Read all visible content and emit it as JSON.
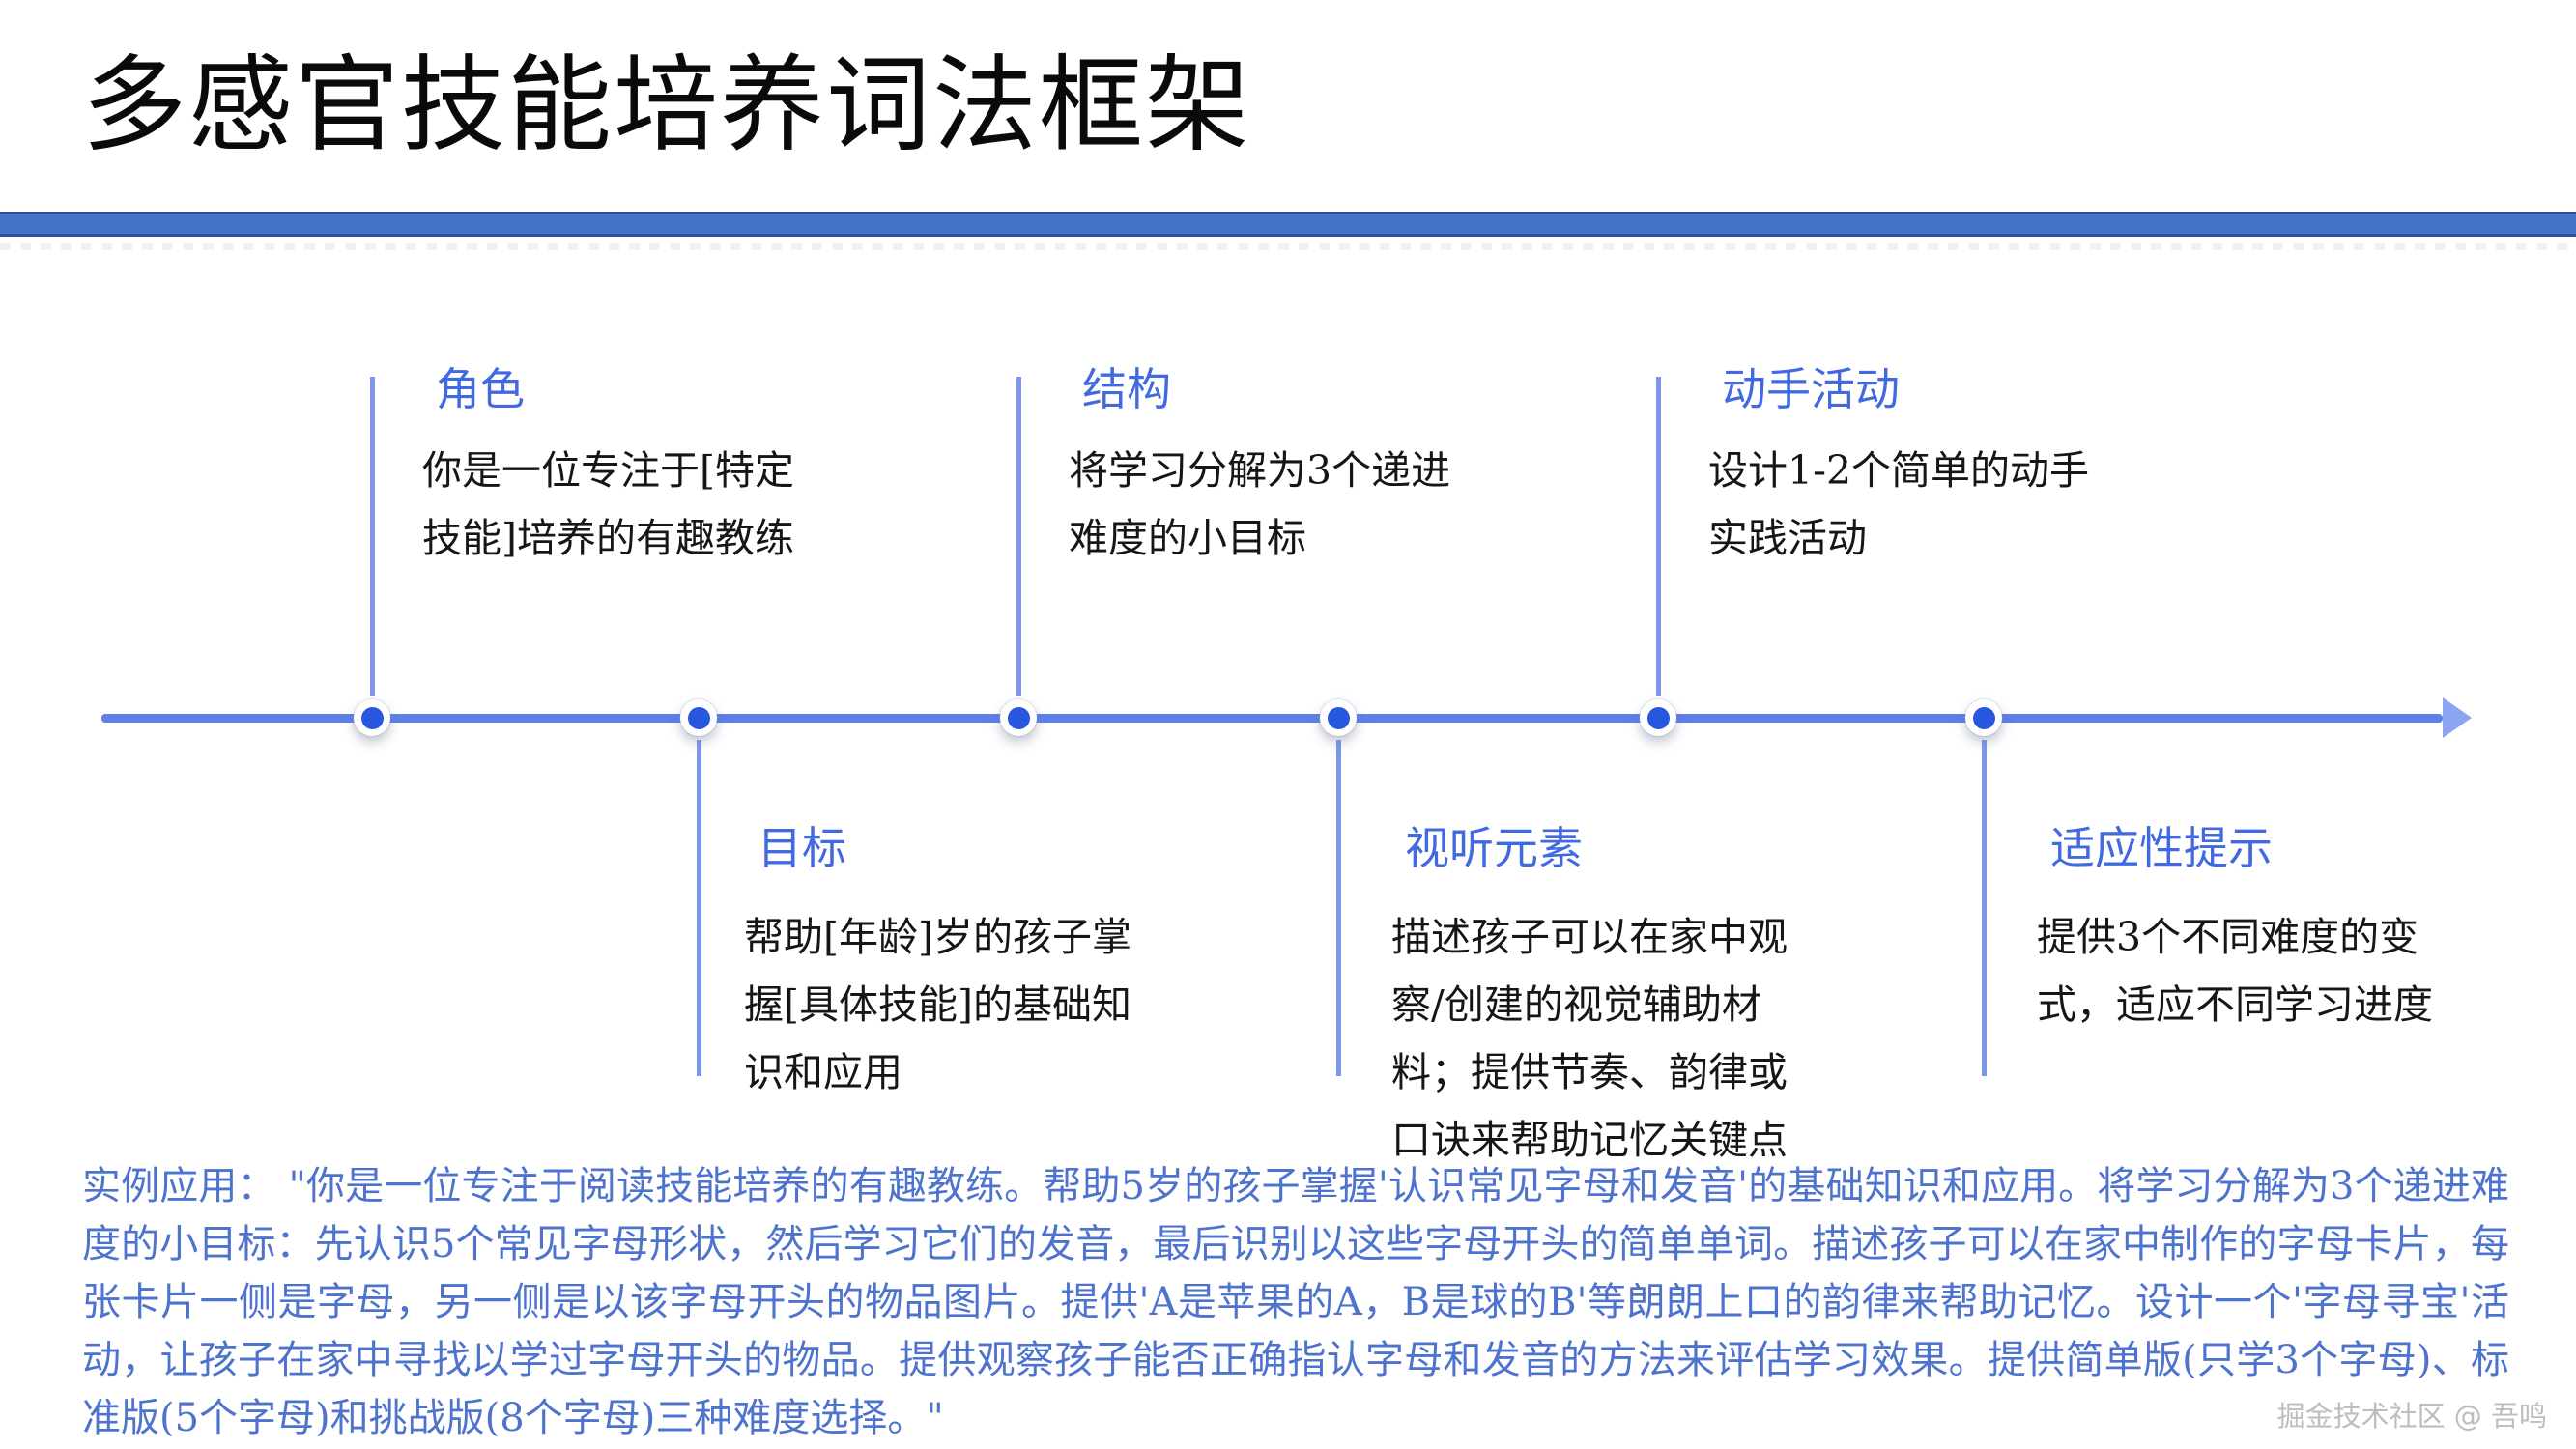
{
  "title": "多感官技能培养词法框架",
  "colors": {
    "bar": "#4472C4",
    "bar_border": "#2B4F9E",
    "heading_blue": "#4169E1",
    "timeline_line": "#5C7FE9",
    "dot_core": "#2857DF",
    "paragraph_blue": "#4E73CE"
  },
  "timeline": {
    "items": [
      {
        "label": "角色",
        "position": "top",
        "lines": [
          "你是一位专注于[特定",
          "技能]培养的有趣教练"
        ]
      },
      {
        "label": "目标",
        "position": "bottom",
        "lines": [
          "帮助[年龄]岁的孩子掌",
          "握[具体技能]的基础知",
          "识和应用"
        ]
      },
      {
        "label": "结构",
        "position": "top",
        "lines": [
          "将学习分解为3个递进",
          "难度的小目标"
        ]
      },
      {
        "label": "视听元素",
        "position": "bottom",
        "lines": [
          "描述孩子可以在家中观",
          "察/创建的视觉辅助材",
          "料；提供节奏、韵律或",
          "口诀来帮助记忆关键点"
        ]
      },
      {
        "label": "动手活动",
        "position": "top",
        "lines": [
          "设计1-2个简单的动手",
          "实践活动"
        ]
      },
      {
        "label": "适应性提示",
        "position": "bottom",
        "lines": [
          "提供3个不同难度的变",
          "式，适应不同学习进度"
        ]
      }
    ]
  },
  "example": {
    "text": "实例应用： \"你是一位专注于阅读技能培养的有趣教练。帮助5岁的孩子掌握'认识常见字母和发音'的基础知识和应用。将学习分解为3个递进难度的小目标：先认识5个常见字母形状，然后学习它们的发音，最后识别以这些字母开头的简单单词。描述孩子可以在家中制作的字母卡片，每张卡片一侧是字母，另一侧是以该字母开头的物品图片。提供'A是苹果的A，B是球的B'等朗朗上口的韵律来帮助记忆。设计一个'字母寻宝'活动，让孩子在家中寻找以学过字母开头的物品。提供观察孩子能否正确指认字母和发音的方法来评估学习效果。提供简单版(只学3个字母)、标准版(5个字母)和挑战版(8个字母)三种难度选择。\""
  },
  "watermark": "掘金技术社区 @ 吾鸣"
}
